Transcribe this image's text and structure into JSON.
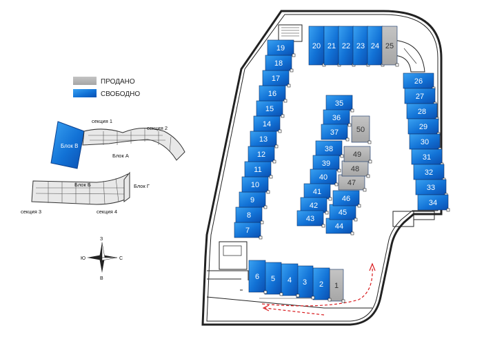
{
  "legend": {
    "sold_label": "ПРОДАНО",
    "free_label": "СВОБОДНО",
    "sold_color": "#b3b3b3",
    "free_color": "#1476d8"
  },
  "keymap": {
    "block_v": "Блок В",
    "block_a": "Блок А",
    "block_b": "Блок Б",
    "block_g": "Блок Г",
    "section_1": "секция 1",
    "section_2": "секция 2",
    "section_3": "секция 3",
    "section_4": "секция 4"
  },
  "compass": {
    "north": "З",
    "south": "В",
    "west": "Ю",
    "east": "С"
  },
  "spots": [
    {
      "n": "1",
      "status": "sold"
    },
    {
      "n": "2",
      "status": "free"
    },
    {
      "n": "3",
      "status": "free"
    },
    {
      "n": "4",
      "status": "free"
    },
    {
      "n": "5",
      "status": "free"
    },
    {
      "n": "6",
      "status": "free"
    },
    {
      "n": "7",
      "status": "free"
    },
    {
      "n": "8",
      "status": "free"
    },
    {
      "n": "9",
      "status": "free"
    },
    {
      "n": "10",
      "status": "free"
    },
    {
      "n": "11",
      "status": "free"
    },
    {
      "n": "12",
      "status": "free"
    },
    {
      "n": "13",
      "status": "free"
    },
    {
      "n": "14",
      "status": "free"
    },
    {
      "n": "15",
      "status": "free"
    },
    {
      "n": "16",
      "status": "free"
    },
    {
      "n": "17",
      "status": "free"
    },
    {
      "n": "18",
      "status": "free"
    },
    {
      "n": "19",
      "status": "free"
    },
    {
      "n": "20",
      "status": "free"
    },
    {
      "n": "21",
      "status": "free"
    },
    {
      "n": "22",
      "status": "free"
    },
    {
      "n": "23",
      "status": "free"
    },
    {
      "n": "24",
      "status": "free"
    },
    {
      "n": "25",
      "status": "sold"
    },
    {
      "n": "26",
      "status": "free"
    },
    {
      "n": "27",
      "status": "free"
    },
    {
      "n": "28",
      "status": "free"
    },
    {
      "n": "29",
      "status": "free"
    },
    {
      "n": "30",
      "status": "free"
    },
    {
      "n": "31",
      "status": "free"
    },
    {
      "n": "32",
      "status": "free"
    },
    {
      "n": "33",
      "status": "free"
    },
    {
      "n": "34",
      "status": "free"
    },
    {
      "n": "35",
      "status": "free"
    },
    {
      "n": "36",
      "status": "free"
    },
    {
      "n": "37",
      "status": "free"
    },
    {
      "n": "38",
      "status": "free"
    },
    {
      "n": "39",
      "status": "free"
    },
    {
      "n": "40",
      "status": "free"
    },
    {
      "n": "41",
      "status": "free"
    },
    {
      "n": "42",
      "status": "free"
    },
    {
      "n": "43",
      "status": "free"
    },
    {
      "n": "44",
      "status": "free"
    },
    {
      "n": "45",
      "status": "free"
    },
    {
      "n": "46",
      "status": "free"
    },
    {
      "n": "47",
      "status": "sold"
    },
    {
      "n": "48",
      "status": "sold"
    },
    {
      "n": "49",
      "status": "sold"
    },
    {
      "n": "50",
      "status": "sold"
    }
  ]
}
